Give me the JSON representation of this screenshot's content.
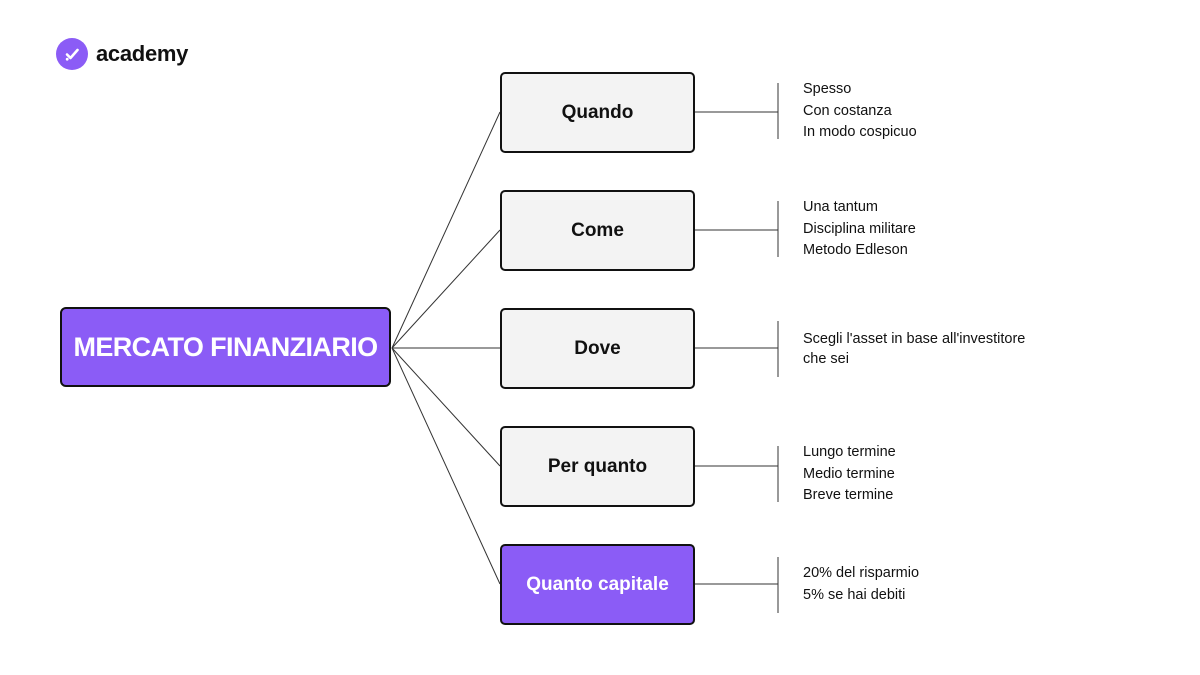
{
  "brand": {
    "name": "academy",
    "accent_color": "#8b5cf6",
    "icon": "check-badge-icon"
  },
  "colors": {
    "node_fill": "#f3f3f3",
    "node_border": "#111111",
    "accent": "#8b5cf6",
    "line": "#333333"
  },
  "root": {
    "label": "MERCATO FINANZIARIO"
  },
  "branches": [
    {
      "label": "Quando",
      "highlight": false,
      "items": [
        "Spesso",
        "Con costanza",
        "In modo cospicuo"
      ]
    },
    {
      "label": "Come",
      "highlight": false,
      "items": [
        "Una tantum",
        "Disciplina militare",
        "Metodo Edleson"
      ]
    },
    {
      "label": "Dove",
      "highlight": false,
      "items": [
        "Scegli l'asset in base all'investitore",
        "che sei"
      ]
    },
    {
      "label": "Per quanto",
      "highlight": false,
      "items": [
        "Lungo termine",
        "Medio termine",
        "Breve termine"
      ]
    },
    {
      "label": "Quanto capitale",
      "highlight": true,
      "items": [
        "20% del risparmio",
        "5% se hai debiti"
      ]
    }
  ]
}
